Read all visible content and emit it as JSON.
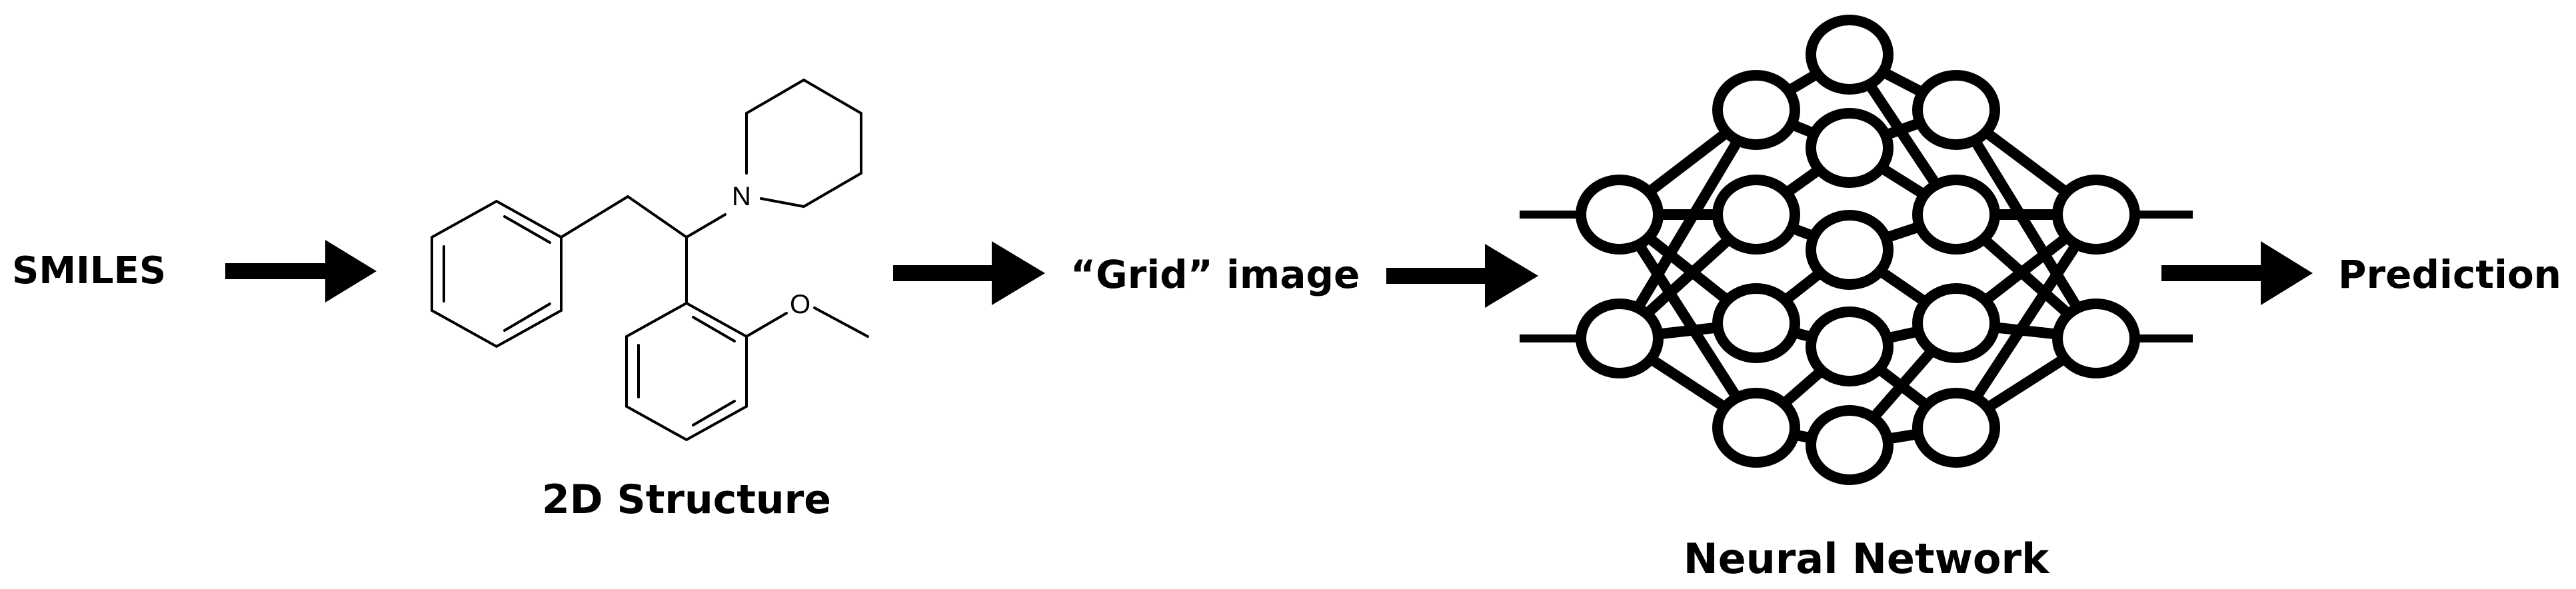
{
  "labels": {
    "smiles": "SMILES",
    "structure_caption": "2D Structure",
    "grid_image": "“Grid” image",
    "network_caption": "Neural Network",
    "prediction": "Prediction"
  },
  "molecule_atoms": {
    "nitrogen": "N",
    "oxygen": "O"
  },
  "colors": {
    "ink": "#000000",
    "background": "#ffffff"
  }
}
